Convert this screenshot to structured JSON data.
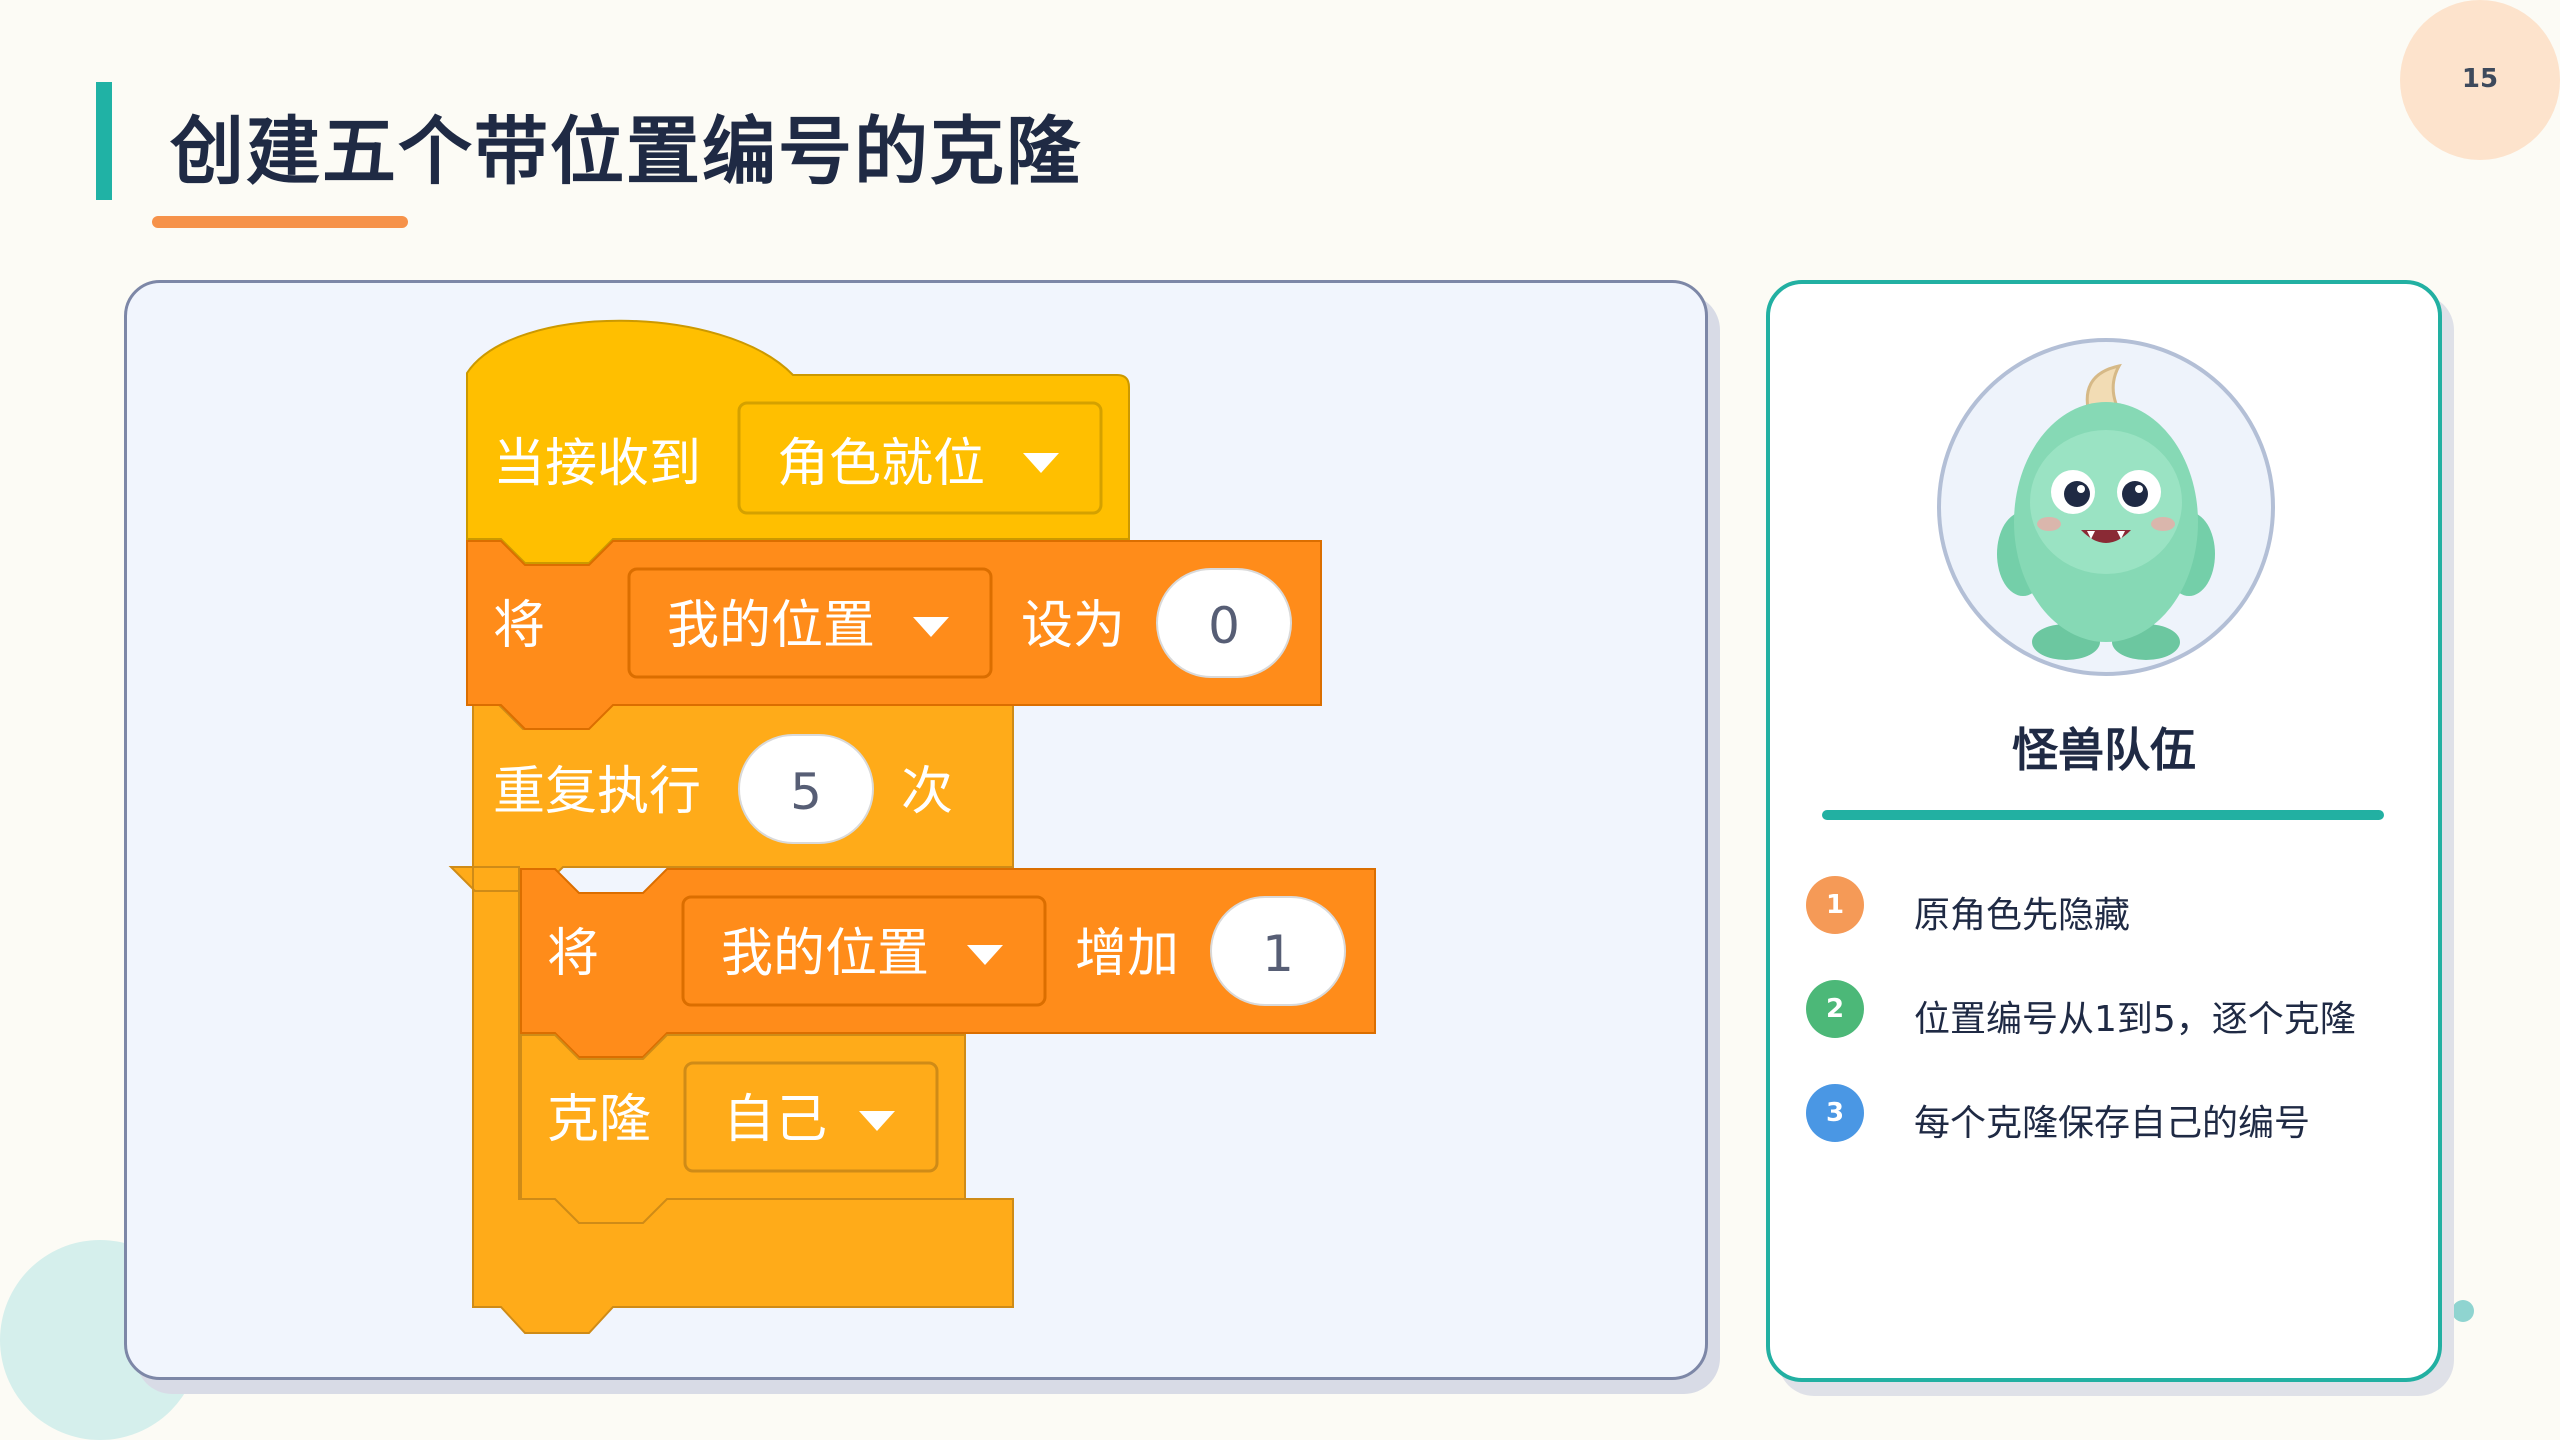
{
  "slide": {
    "title": "创建五个带位置编号的克隆",
    "page_number": "15"
  },
  "blocks": {
    "hat": {
      "label": "当接收到",
      "dropdown": "角色就位"
    },
    "set_var": {
      "label": "将",
      "variable": "我的位置",
      "action": "设为",
      "value": "0"
    },
    "repeat": {
      "label": "重复执行",
      "count": "5",
      "suffix": "次"
    },
    "change_var": {
      "label": "将",
      "variable": "我的位置",
      "action": "增加",
      "value": "1"
    },
    "clone": {
      "label": "克隆",
      "target": "自己"
    }
  },
  "card": {
    "team_name": "怪兽队伍",
    "steps": [
      {
        "num": "1",
        "text": "原角色先隐藏",
        "color": "#f59a57"
      },
      {
        "num": "2",
        "text": "位置编号从1到5，逐个克隆",
        "color": "#4cb878"
      },
      {
        "num": "3",
        "text": "每个克隆保存自己的编号",
        "color": "#4a97e4"
      }
    ]
  },
  "colors": {
    "events": "#ffbf00",
    "variables": "#ff8c1a",
    "control": "#ffab19",
    "accent": "#20b2a5",
    "title_underline": "#f6924a"
  }
}
